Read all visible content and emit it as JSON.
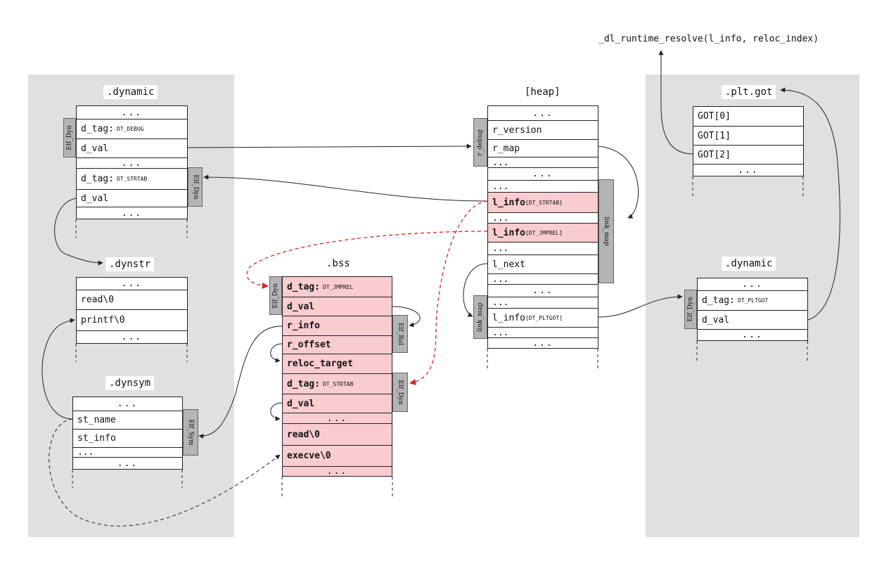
{
  "formula": "_dl_runtime_resolve(l_info, reloc_index)",
  "dynamic": {
    "title": ".dynamic",
    "rows": [
      "...",
      "d_tag:",
      "d_val",
      "...",
      "d_tag:",
      "d_val",
      "..."
    ],
    "tags": {
      "debug": "DT_DEBUG",
      "strtab": "DT_STRTAB"
    },
    "labels": [
      "Elf_Dyn",
      "Elf_Dyn"
    ]
  },
  "dynstr": {
    "title": ".dynstr",
    "rows": [
      "...",
      "read\\0",
      "printf\\0",
      "..."
    ]
  },
  "dynsym": {
    "title": ".dynsym",
    "rows": [
      "...",
      "st_name",
      "st_info",
      "...",
      "..."
    ],
    "label": "Elf_Sym"
  },
  "bss": {
    "title": ".bss",
    "rows": [
      "d_tag:",
      "d_val",
      "r_info",
      "r_offset",
      "reloc_target",
      "d_tag:",
      "d_val",
      "...",
      "read\\0",
      "execve\\0",
      "..."
    ],
    "tags": {
      "jmprel": "DT_JMPREL",
      "strtab": "DT_STRTAB"
    },
    "labels": [
      "Elf_Dyn",
      "Elf_Rel",
      "Elf_Dyn"
    ]
  },
  "heap": {
    "title": "[heap]",
    "rows": [
      "...",
      "r_version",
      "r_map",
      "...",
      "...",
      "...",
      "l_info",
      "...",
      "l_info",
      "...",
      "l_next",
      "...",
      "...",
      "...",
      "l_info",
      "...",
      "..."
    ],
    "idx": {
      "strtab": "DT_STRTAB",
      "jmprel": "DT_JMPREL",
      "pltgot": "DT_PLTGOT"
    },
    "labels": [
      "r_debug",
      "link_map",
      "link_map"
    ]
  },
  "pltgot": {
    "title": ".plt.got",
    "rows": [
      "GOT[0]",
      "GOT[1]",
      "GOT[2]",
      "..."
    ]
  },
  "dynamic2": {
    "title": ".dynamic",
    "rows": [
      "...",
      "d_tag:",
      "d_val",
      "..."
    ],
    "tag": "DT_PLTGOT",
    "label": "Elf_Dyn"
  },
  "colors": {
    "panel": "#e0e0e0",
    "highlight": "#f9cccf",
    "label_box": "#b4b4b4",
    "red_arrow": "#e0201c"
  }
}
